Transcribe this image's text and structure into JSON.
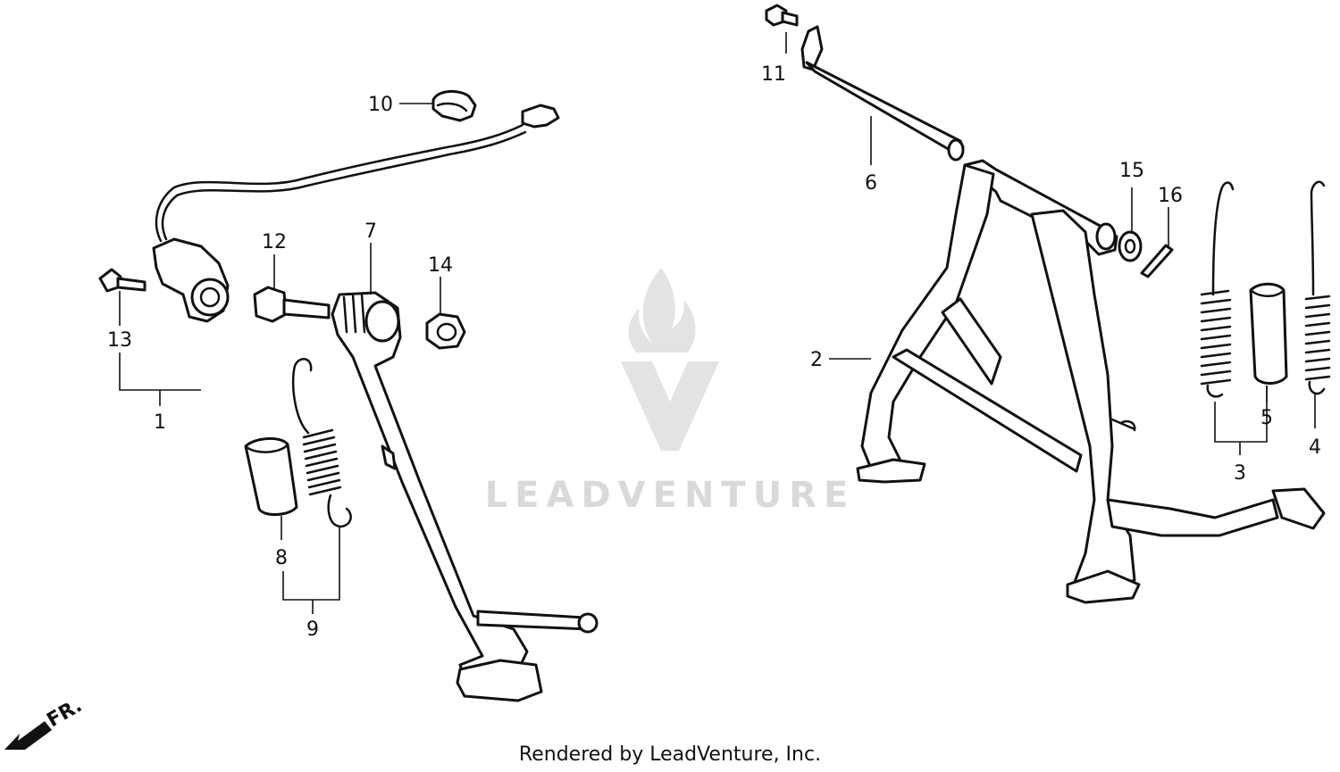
{
  "watermark": {
    "brand": "LEADVENTURE"
  },
  "footer": {
    "credit": "Rendered by LeadVenture, Inc."
  },
  "direction": {
    "label": "FR."
  },
  "callouts": [
    "1",
    "2",
    "3",
    "4",
    "5",
    "6",
    "7",
    "8",
    "9",
    "10",
    "11",
    "12",
    "13",
    "14",
    "15",
    "16"
  ]
}
